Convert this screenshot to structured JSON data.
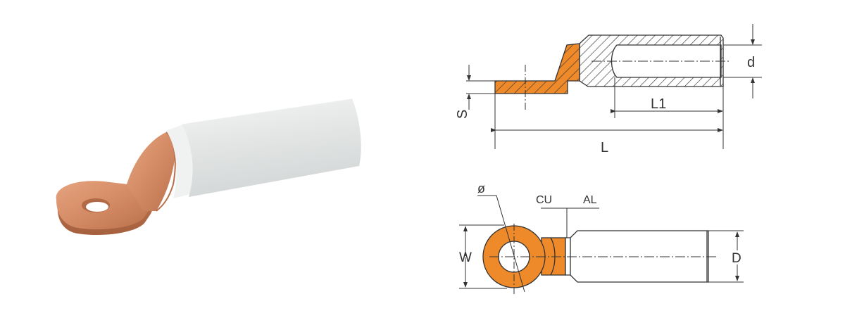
{
  "figure": {
    "subject": "Bimetallic copper-aluminium cable lug",
    "photo": {
      "materials": [
        "copper palm",
        "aluminium barrel"
      ],
      "colors": {
        "copper": "#d08c66",
        "aluminium": "#e4e6e6"
      }
    },
    "side_section_view": {
      "labels": {
        "S": "S",
        "d": "d",
        "L1": "L1",
        "L": "L"
      },
      "colors": {
        "copper_section": "#ef8a2a",
        "line": "#333333"
      }
    },
    "top_view": {
      "labels": {
        "phi": "ø",
        "CU": "CU",
        "AL": "AL",
        "W": "W",
        "D": "D"
      },
      "colors": {
        "copper": "#ef8a2a",
        "line": "#333333"
      }
    }
  }
}
